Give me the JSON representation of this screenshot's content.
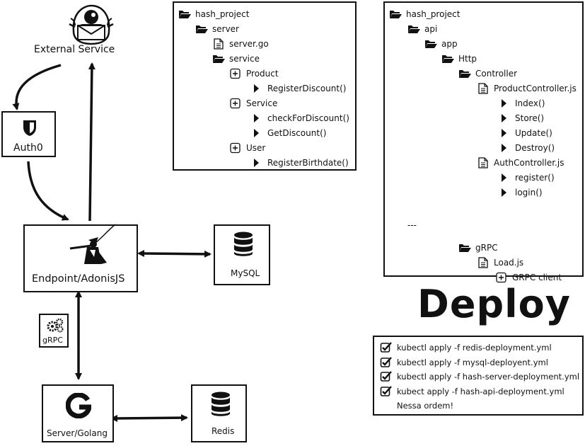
{
  "diagram": {
    "external_service": {
      "label": "External Service"
    },
    "auth0": {
      "label": "Auth0"
    },
    "endpoint": {
      "label": "Endpoint/AdonisJS"
    },
    "mysql": {
      "label": "MySQL"
    },
    "grpc_badge": {
      "label": "gRPC"
    },
    "server_golang": {
      "label": "Server/Golang"
    },
    "redis": {
      "label": "Redis"
    }
  },
  "server_tree": {
    "rows": [
      {
        "icon": "folder-open-icon",
        "text": "hash_project"
      },
      {
        "icon": "folder-open-icon",
        "text": "server"
      },
      {
        "icon": "file-icon",
        "text": "server.go"
      },
      {
        "icon": "folder-open-icon",
        "text": "service"
      },
      {
        "icon": "plus-square-icon",
        "text": "Product"
      },
      {
        "icon": "caret-right-icon",
        "text": "RegisterDiscount()"
      },
      {
        "icon": "plus-square-icon",
        "text": "Service"
      },
      {
        "icon": "caret-right-icon",
        "text": "checkForDiscount()"
      },
      {
        "icon": "caret-right-icon",
        "text": "GetDiscount()"
      },
      {
        "icon": "plus-square-icon",
        "text": "User"
      },
      {
        "icon": "caret-right-icon",
        "text": "RegisterBirthdate()"
      }
    ]
  },
  "api_tree": {
    "rows": [
      {
        "icon": "folder-open-icon",
        "text": "hash_project"
      },
      {
        "icon": "folder-open-icon",
        "text": "api"
      },
      {
        "icon": "folder-open-icon",
        "text": "app"
      },
      {
        "icon": "folder-open-icon",
        "text": "Http"
      },
      {
        "icon": "folder-open-icon",
        "text": "Controller"
      },
      {
        "icon": "file-icon",
        "text": "ProductController.js"
      },
      {
        "icon": "caret-right-icon",
        "text": "Index()"
      },
      {
        "icon": "caret-right-icon",
        "text": "Store()"
      },
      {
        "icon": "caret-right-icon",
        "text": "Update()"
      },
      {
        "icon": "caret-right-icon",
        "text": "Destroy()"
      },
      {
        "icon": "file-icon",
        "text": "AuthController.js"
      },
      {
        "icon": "caret-right-icon",
        "text": "register()"
      },
      {
        "icon": "caret-right-icon",
        "text": "login()"
      },
      {
        "icon": "",
        "text": "---"
      },
      {
        "icon": "folder-open-icon",
        "text": "gRPC"
      },
      {
        "icon": "file-icon",
        "text": "Load.js"
      },
      {
        "icon": "plus-square-icon",
        "text": "GRPC client"
      }
    ]
  },
  "deploy": {
    "title": "Deploy",
    "steps": [
      {
        "icon": "check-square-icon",
        "text": "kubectl apply -f redis-deployment.yml"
      },
      {
        "icon": "check-square-icon",
        "text": "kubectl apply -f mysql-deployent.yml"
      },
      {
        "icon": "check-square-icon",
        "text": "kubectl apply -f hash-server-deployment.yml"
      },
      {
        "icon": "check-square-icon",
        "text": "kubect apply -f hash-api-deployment.yml"
      },
      {
        "icon": "",
        "text": "Nessa ordem!"
      }
    ]
  }
}
